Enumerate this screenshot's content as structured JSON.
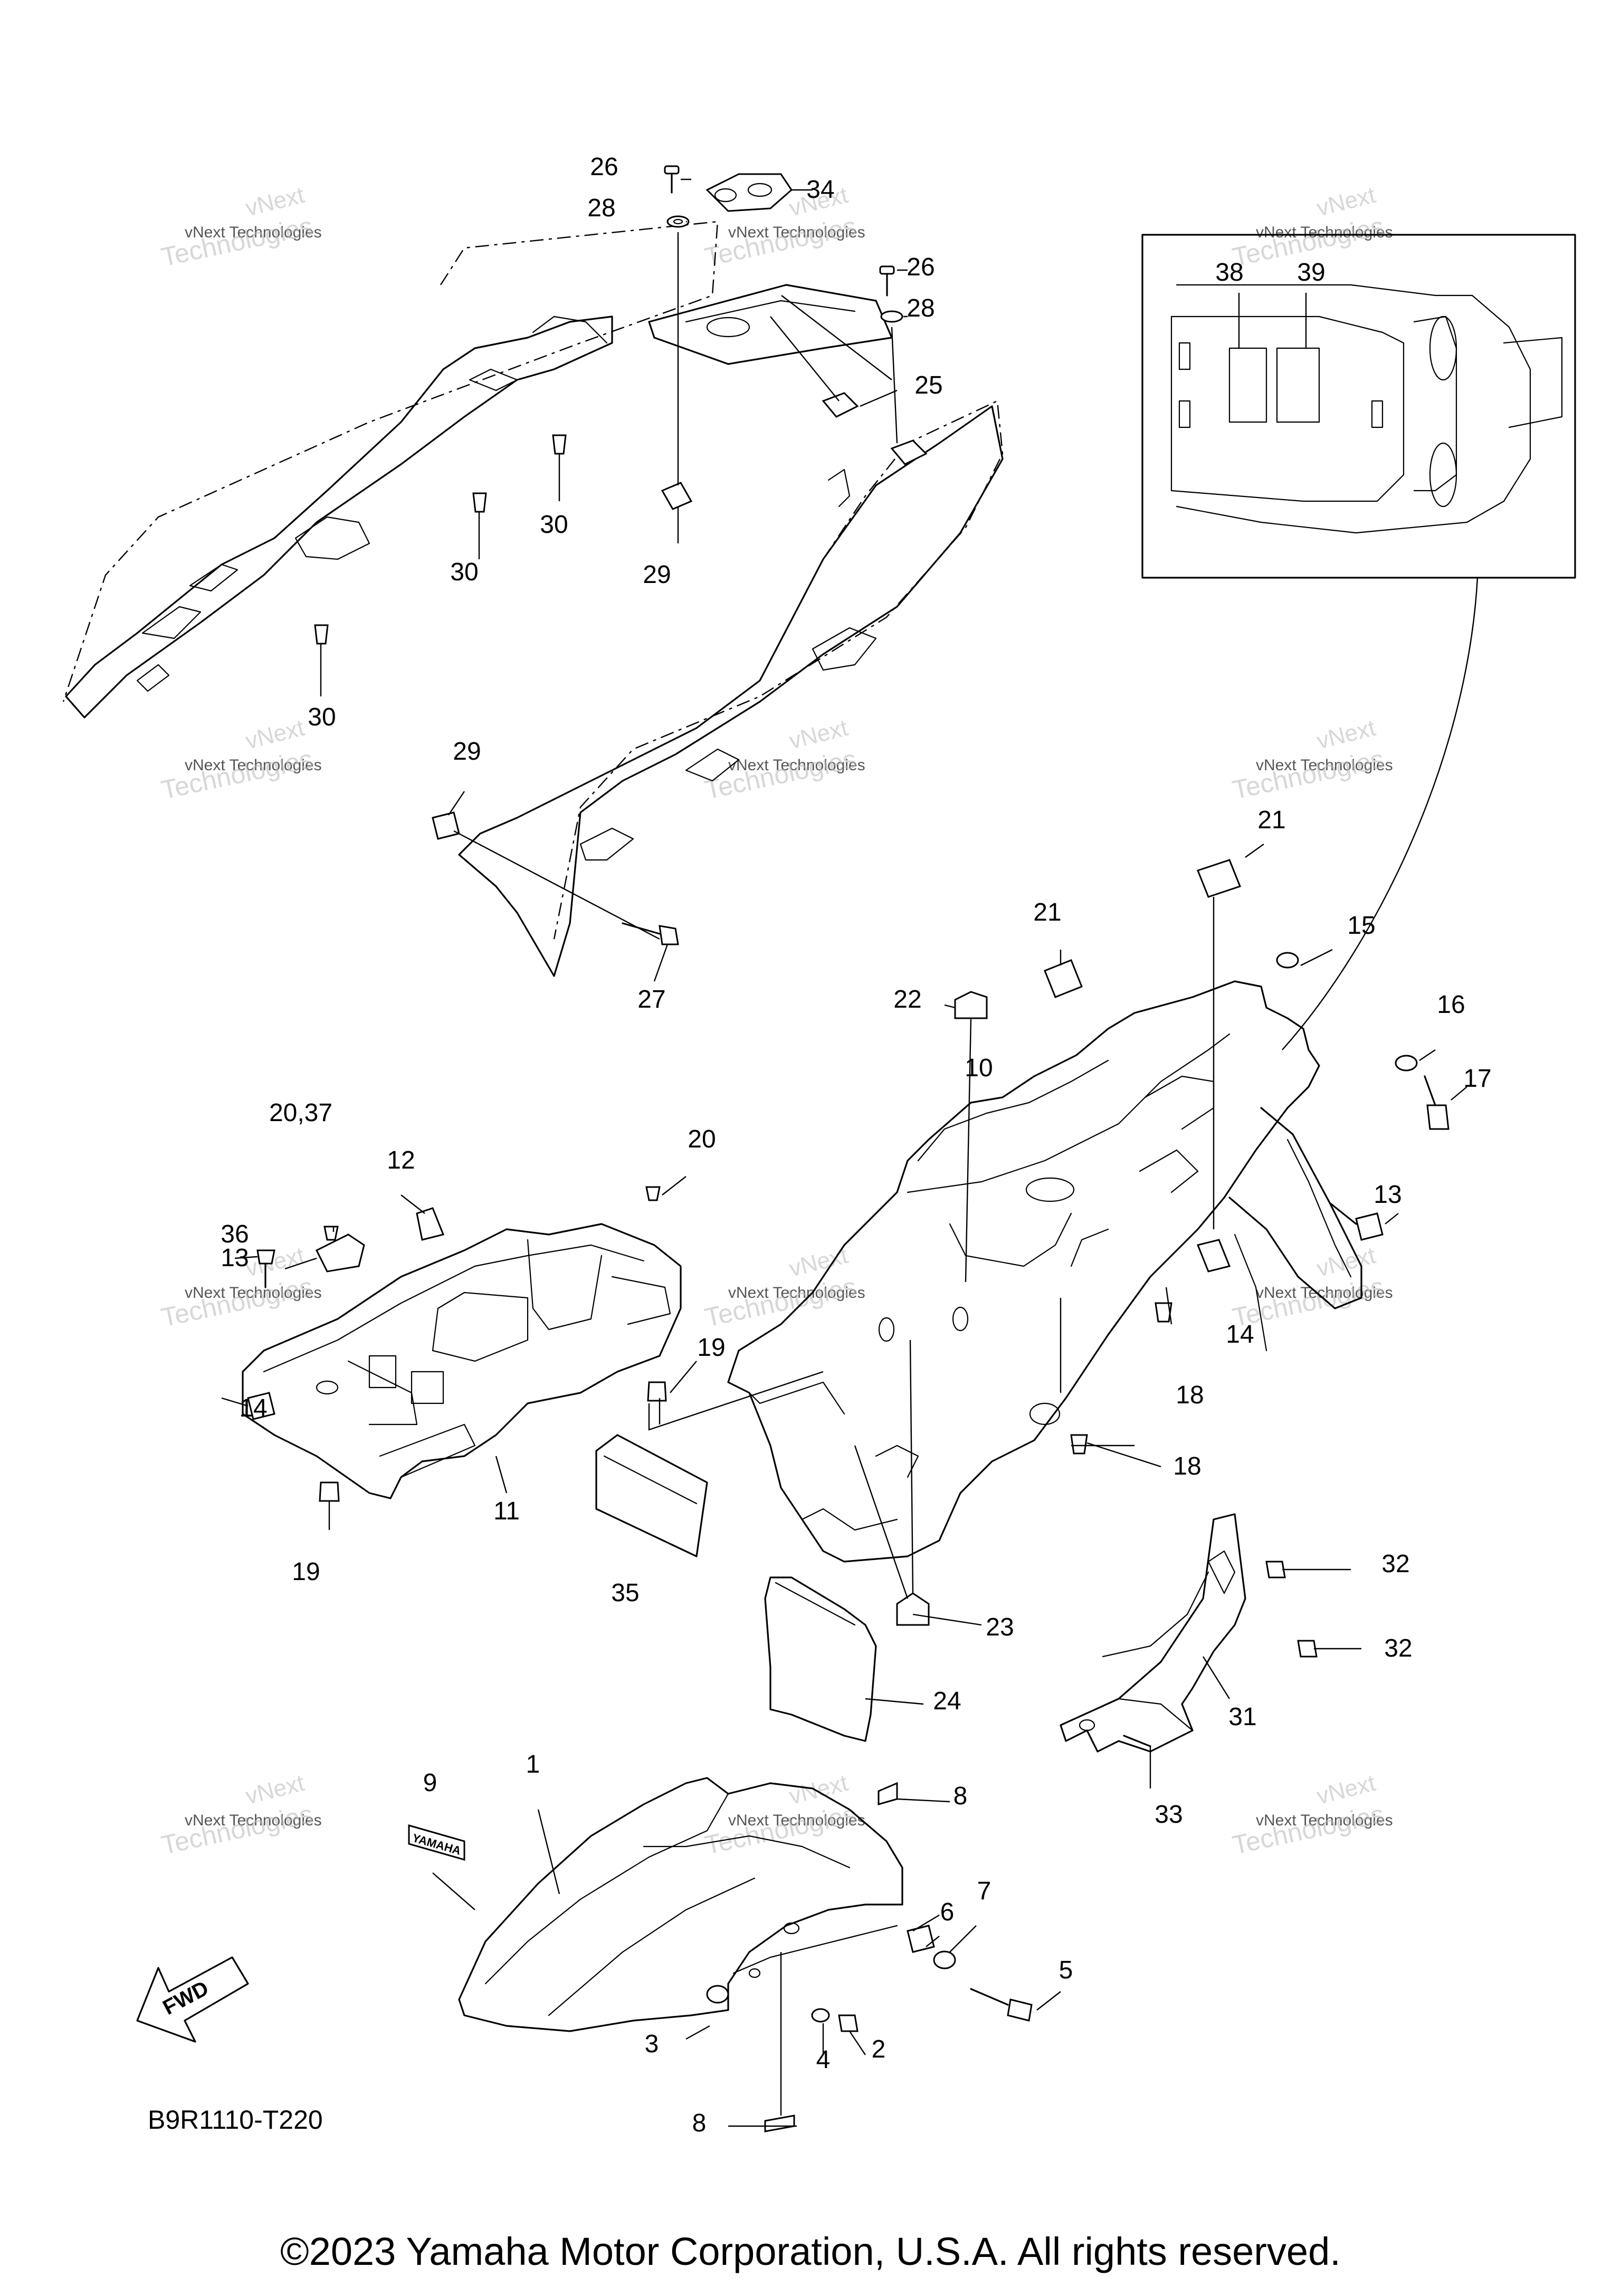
{
  "diagram": {
    "callouts": [
      "1",
      "2",
      "3",
      "4",
      "5",
      "6",
      "7",
      "8",
      "8",
      "9",
      "10",
      "11",
      "12",
      "13",
      "13",
      "14",
      "14",
      "15",
      "16",
      "17",
      "18",
      "18",
      "19",
      "19",
      "20",
      "20,37",
      "21",
      "21",
      "22",
      "23",
      "24",
      "25",
      "26",
      "26",
      "27",
      "28",
      "28",
      "29",
      "29",
      "30",
      "30",
      "30",
      "31",
      "32",
      "32",
      "33",
      "34",
      "35",
      "36",
      "38",
      "39"
    ],
    "watermark": {
      "line1": "vNext",
      "line2": "vNext Technologies",
      "line3": "Technologies"
    },
    "fwd_label": "FWD",
    "part_code": "B9R1110-T220",
    "emblem_text": "YAMAHA"
  },
  "footer": {
    "copyright": "©2023 Yamaha Motor Corporation, U.S.A. All rights reserved."
  }
}
